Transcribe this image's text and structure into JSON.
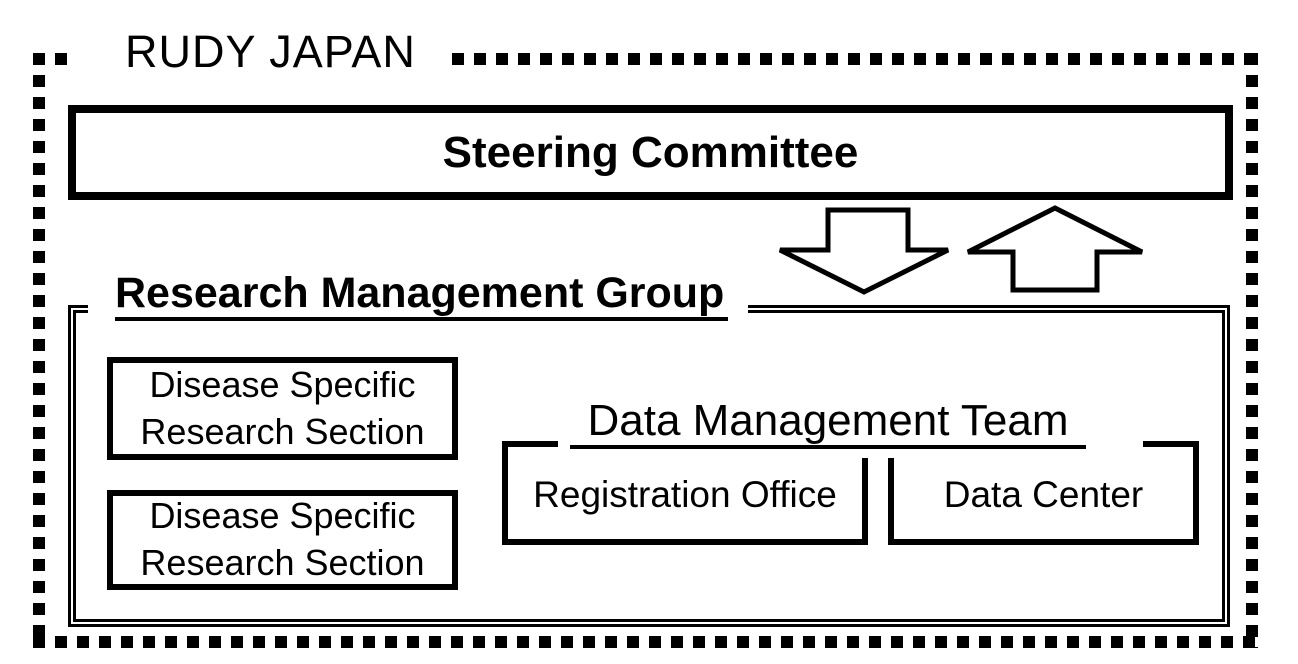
{
  "diagram": {
    "title": "RUDY JAPAN",
    "steering_committee_label": "Steering Committee",
    "research_management_group_label": "Research Management Group",
    "disease_sections": [
      {
        "label": "Disease Specific\nResearch Section"
      },
      {
        "label": "Disease Specific\nResearch Section"
      }
    ],
    "data_management_team": {
      "label": "Data Management Team",
      "registration_office_label": "Registration Office",
      "data_center_label": "Data Center"
    },
    "icons": {
      "down_arrow": "block-arrow-down",
      "up_arrow": "block-arrow-up"
    },
    "colors": {
      "ink": "#000000",
      "background": "#ffffff"
    }
  }
}
